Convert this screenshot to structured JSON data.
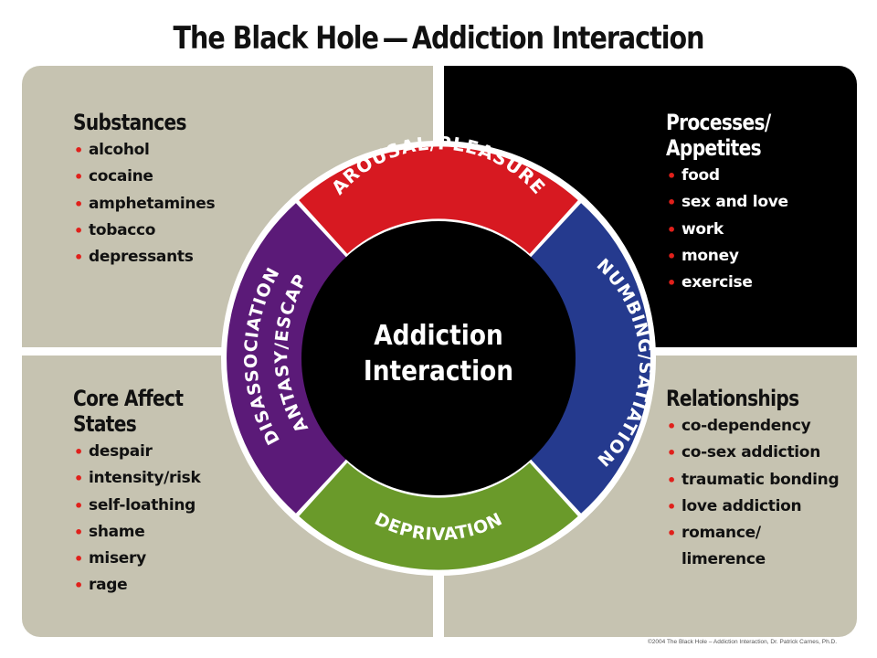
{
  "title": "The Black Hole — Addiction Interaction",
  "center": {
    "line1": "Addiction",
    "line2": "Interaction"
  },
  "ring_segments": {
    "top": "AROUSAL/PLEASURE",
    "right": "NUMBING/SATIATION",
    "bottom": "DEPRIVATION",
    "left_outer": "DISASSOCIATION",
    "left_inner": "FANTASY/ESCAPE"
  },
  "quadrants": {
    "top_left": {
      "heading": "Substances",
      "items": [
        "alcohol",
        "cocaine",
        "amphetamines",
        "tobacco",
        "depressants"
      ]
    },
    "top_right": {
      "heading": "Processes/ Appetites",
      "items": [
        "food",
        "sex and love",
        "work",
        "money",
        "exercise"
      ]
    },
    "bottom_left": {
      "heading": "Core Affect States",
      "items": [
        "despair",
        "intensity/risk",
        "self-loathing",
        "shame",
        "misery",
        "rage"
      ]
    },
    "bottom_right": {
      "heading": "Relationships",
      "items": [
        "co-dependency",
        "co-sex addiction",
        "traumatic bonding",
        "love addiction",
        "romance/ limerence"
      ]
    }
  },
  "bullet_glyph": "•",
  "colors": {
    "panel_gray": "#c6c3b1",
    "panel_black": "#000000",
    "ring_red": "#d71921",
    "ring_blue": "#253a8e",
    "ring_green": "#6a9a2a",
    "ring_purple": "#5b1a78",
    "bullet_red": "#e0201b"
  },
  "copyright": "©2004 The Black Hole – Addiction Interaction, Dr. Patrick Carnes, Ph.D."
}
